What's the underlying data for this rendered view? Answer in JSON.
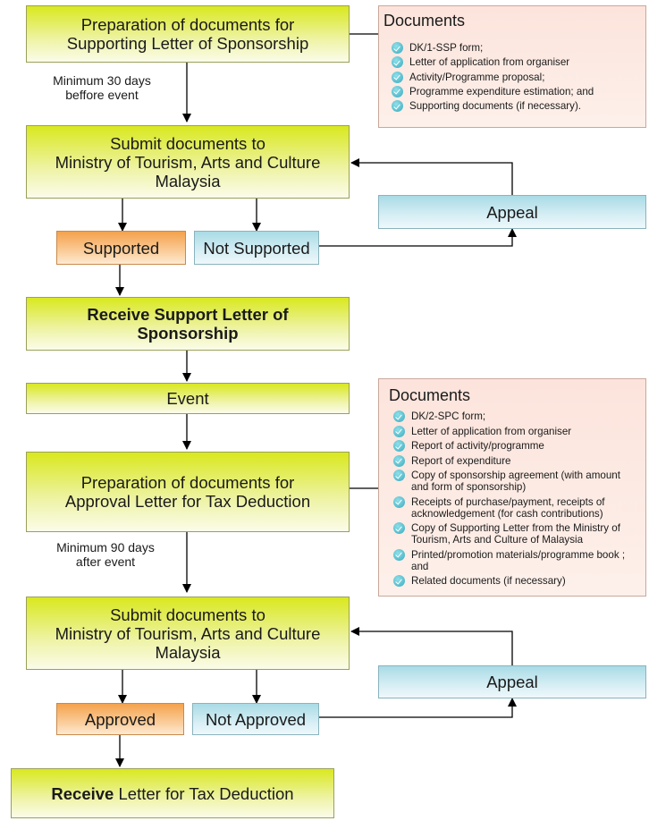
{
  "section1": {
    "prep_box": [
      "Preparation of documents for",
      "Supporting Letter of Sponsorship"
    ],
    "min_days_note": [
      "Minimum 30 days",
      "beffore event"
    ],
    "documents": {
      "title": "Documents",
      "items": [
        "DK/1-SSP form;",
        "Letter of application from organiser",
        "Activity/Programme proposal;",
        "Programme expenditure estimation; and",
        "Supporting documents (if necessary)."
      ]
    },
    "submit_box": [
      "Submit documents to",
      "Ministry of Tourism, Arts and Culture",
      "Malaysia"
    ],
    "supported": "Supported",
    "not_supported": "Not Supported",
    "appeal": "Appeal",
    "receive_box": [
      "Receive Support Letter of",
      "Sponsorship"
    ]
  },
  "event_box": "Event",
  "section2": {
    "prep_box": [
      "Preparation of documents for",
      "Approval Letter for Tax Deduction"
    ],
    "min_days_note": [
      "Minimum 90 days",
      "after event"
    ],
    "documents": {
      "title": "Documents",
      "items": [
        "DK/2-SPC form;",
        "Letter of application from organiser",
        "Report of activity/programme",
        "Report of expenditure",
        "Copy of sponsorship agreement (with amount and form of sponsorship)",
        "Receipts of purchase/payment, receipts of acknowledgement (for cash contributions)",
        "Copy of Supporting Letter from the Ministry of Tourism, Arts and Culture of Malaysia",
        "Printed/promotion materials/programme book ; and",
        "Related documents (if necessary)"
      ]
    },
    "submit_box": [
      "Submit documents to",
      "Ministry of Tourism, Arts and Culture",
      "Malaysia"
    ],
    "approved": "Approved",
    "not_approved": "Not Approved",
    "appeal": "Appeal",
    "receive_box": {
      "bold_part": "Receive",
      "rest": " Letter for Tax Deduction"
    }
  }
}
